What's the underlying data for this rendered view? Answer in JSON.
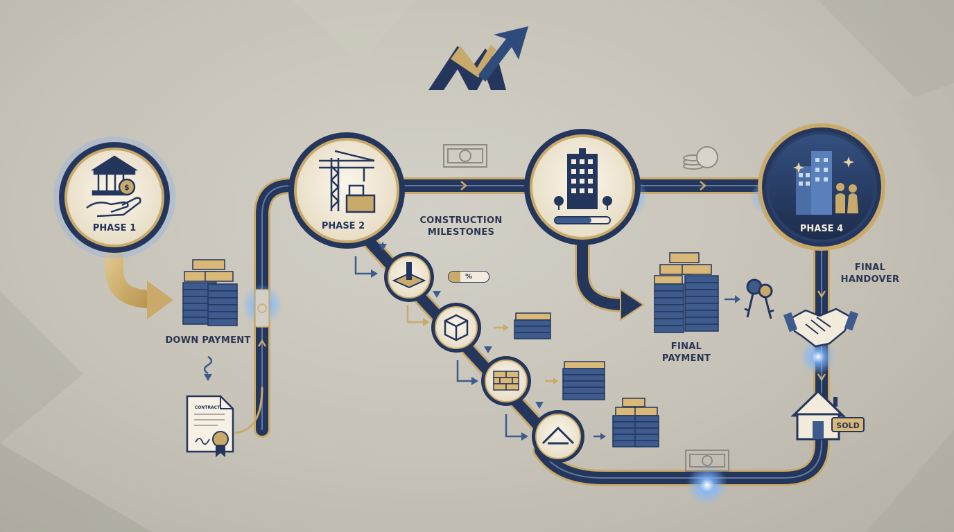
{
  "phases": {
    "phase1": "PHASE 1",
    "phase2": "PHASE 2",
    "phase4": "PHASE 4"
  },
  "labels": {
    "down_payment": "DOWN PAYMENT",
    "construction_milestones": "CONSTRUCTION\nMILESTONES",
    "final_payment": "FINAL\nPAYMENT",
    "final_handover": "FINAL\nHANDOVER",
    "contract": "CONTRACT",
    "sold": "SOLD",
    "percent": "%"
  },
  "colors": {
    "navy": "#24365c",
    "gold": "#c9aa6a",
    "cream": "#f3ecdc",
    "glow": "#6aa9ff"
  },
  "icons": [
    "trend-arrow-logo-icon",
    "bank-hand-coin-icon",
    "tower-crane-icon",
    "office-building-icon",
    "family-house-icon",
    "money-stack-icon",
    "contract-document-icon",
    "foundation-icon",
    "frame-cube-icon",
    "brick-wall-icon",
    "roof-icon",
    "keys-icon",
    "handshake-icon",
    "sold-house-icon",
    "banknote-icon",
    "coin-icon"
  ]
}
